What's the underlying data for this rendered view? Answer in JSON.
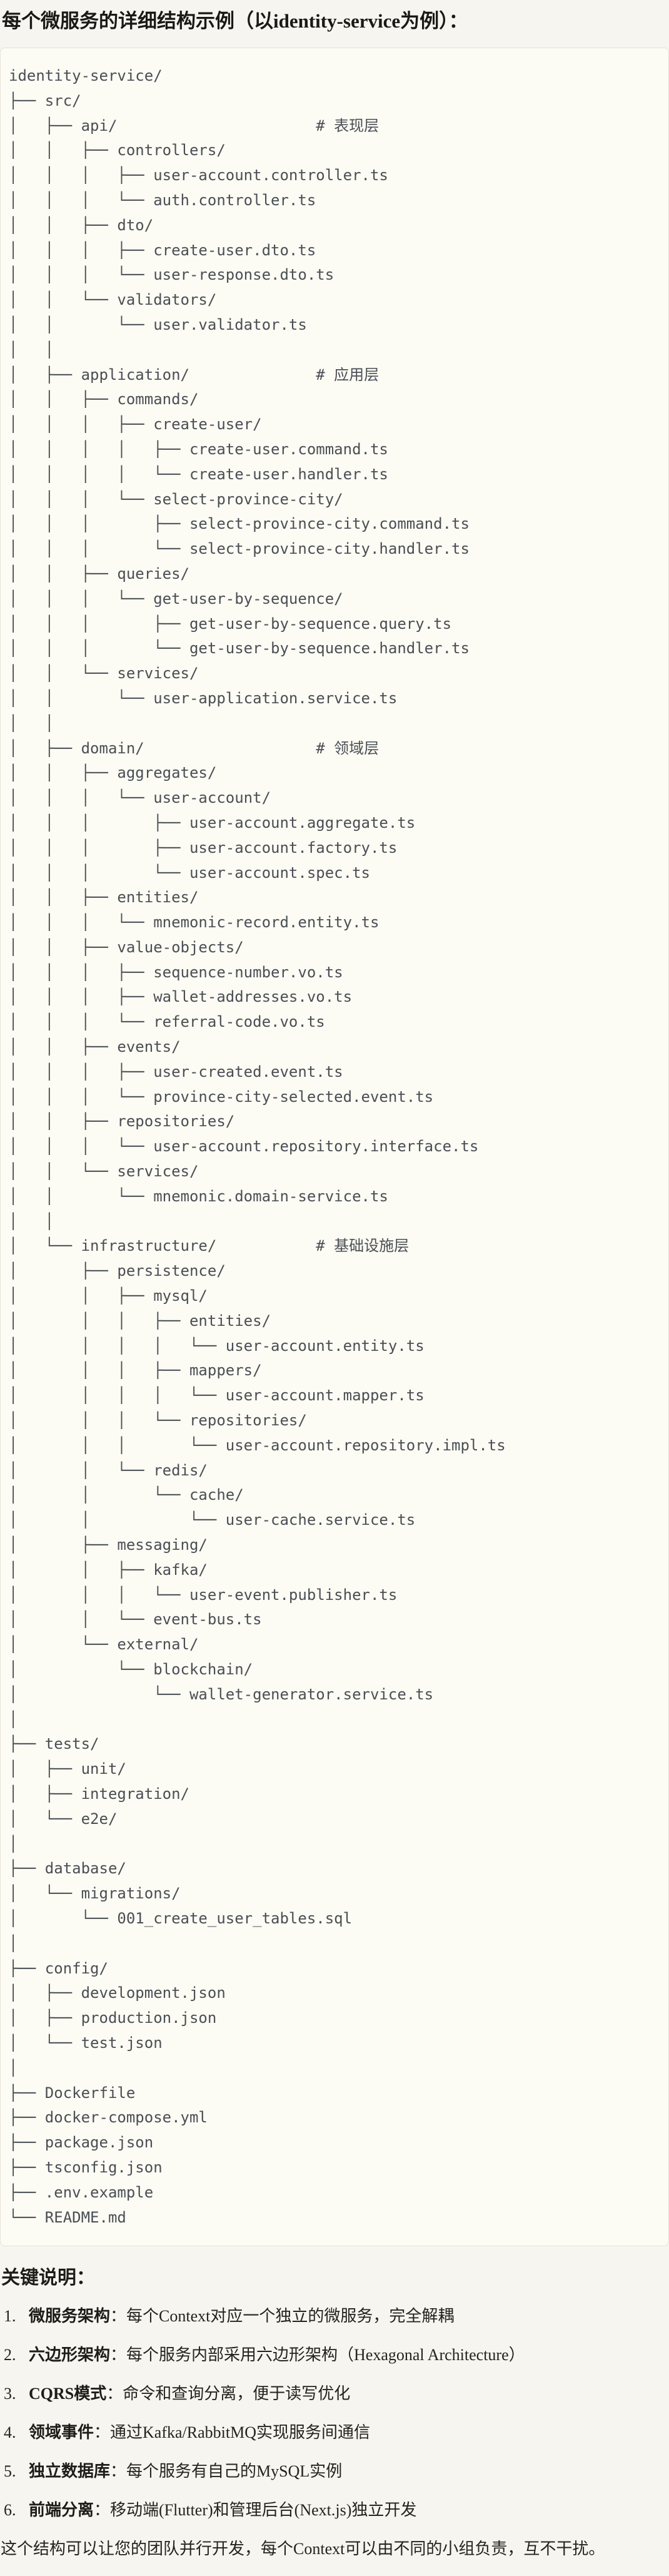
{
  "page": {
    "title": "每个微服务的详细结构示例（以identity-service为例）："
  },
  "code_block": {
    "lines": [
      "identity-service/",
      "├── src/",
      "│   ├── api/                      # 表现层",
      "│   │   ├── controllers/",
      "│   │   │   ├── user-account.controller.ts",
      "│   │   │   └── auth.controller.ts",
      "│   │   ├── dto/",
      "│   │   │   ├── create-user.dto.ts",
      "│   │   │   └── user-response.dto.ts",
      "│   │   └── validators/",
      "│   │       └── user.validator.ts",
      "│   │",
      "│   ├── application/              # 应用层",
      "│   │   ├── commands/",
      "│   │   │   ├── create-user/",
      "│   │   │   │   ├── create-user.command.ts",
      "│   │   │   │   └── create-user.handler.ts",
      "│   │   │   └── select-province-city/",
      "│   │   │       ├── select-province-city.command.ts",
      "│   │   │       └── select-province-city.handler.ts",
      "│   │   ├── queries/",
      "│   │   │   └── get-user-by-sequence/",
      "│   │   │       ├── get-user-by-sequence.query.ts",
      "│   │   │       └── get-user-by-sequence.handler.ts",
      "│   │   └── services/",
      "│   │       └── user-application.service.ts",
      "│   │",
      "│   ├── domain/                   # 领域层",
      "│   │   ├── aggregates/",
      "│   │   │   └── user-account/",
      "│   │   │       ├── user-account.aggregate.ts",
      "│   │   │       ├── user-account.factory.ts",
      "│   │   │       └── user-account.spec.ts",
      "│   │   ├── entities/",
      "│   │   │   └── mnemonic-record.entity.ts",
      "│   │   ├── value-objects/",
      "│   │   │   ├── sequence-number.vo.ts",
      "│   │   │   ├── wallet-addresses.vo.ts",
      "│   │   │   └── referral-code.vo.ts",
      "│   │   ├── events/",
      "│   │   │   ├── user-created.event.ts",
      "│   │   │   └── province-city-selected.event.ts",
      "│   │   ├── repositories/",
      "│   │   │   └── user-account.repository.interface.ts",
      "│   │   └── services/",
      "│   │       └── mnemonic.domain-service.ts",
      "│   │",
      "│   └── infrastructure/           # 基础设施层",
      "│       ├── persistence/",
      "│       │   ├── mysql/",
      "│       │   │   ├── entities/",
      "│       │   │   │   └── user-account.entity.ts",
      "│       │   │   ├── mappers/",
      "│       │   │   │   └── user-account.mapper.ts",
      "│       │   │   └── repositories/",
      "│       │   │       └── user-account.repository.impl.ts",
      "│       │   └── redis/",
      "│       │       └── cache/",
      "│       │           └── user-cache.service.ts",
      "│       ├── messaging/",
      "│       │   ├── kafka/",
      "│       │   │   └── user-event.publisher.ts",
      "│       │   └── event-bus.ts",
      "│       └── external/",
      "│           └── blockchain/",
      "│               └── wallet-generator.service.ts",
      "│",
      "├── tests/",
      "│   ├── unit/",
      "│   ├── integration/",
      "│   └── e2e/",
      "│",
      "├── database/",
      "│   └── migrations/",
      "│       └── 001_create_user_tables.sql",
      "│",
      "├── config/",
      "│   ├── development.json",
      "│   ├── production.json",
      "│   └── test.json",
      "│",
      "├── Dockerfile",
      "├── docker-compose.yml",
      "├── package.json",
      "├── tsconfig.json",
      "├── .env.example",
      "└── README.md"
    ]
  },
  "notes": {
    "heading": "关键说明：",
    "items": [
      {
        "num": "1.",
        "label": "微服务架构",
        "text": "：每个Context对应一个独立的微服务，完全解耦"
      },
      {
        "num": "2.",
        "label": "六边形架构",
        "text": "：每个服务内部采用六边形架构（Hexagonal Architecture）"
      },
      {
        "num": "3.",
        "label": "CQRS模式",
        "text": "：命令和查询分离，便于读写优化"
      },
      {
        "num": "4.",
        "label": "领域事件",
        "text": "：通过Kafka/RabbitMQ实现服务间通信"
      },
      {
        "num": "5.",
        "label": "独立数据库",
        "text": "：每个服务有自己的MySQL实例"
      },
      {
        "num": "6.",
        "label": "前端分离",
        "text": "：移动端(Flutter)和管理后台(Next.js)独立开发"
      }
    ],
    "closing": "这个结构可以让您的团队并行开发，每个Context可以由不同的小组负责，互不干扰。"
  },
  "colors": {
    "page_bg": "#F7F5EF",
    "code_bg": "#FCFBF4",
    "border": "#E5E2D9",
    "code_text": "#4A4F54",
    "text": "#26231D"
  }
}
